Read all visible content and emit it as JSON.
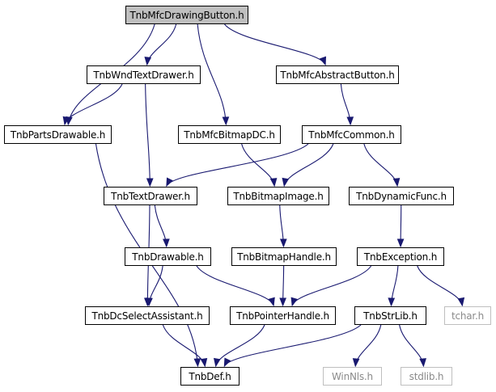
{
  "graph": {
    "edge_color": "#191970",
    "root_fill": "#bfbfbf",
    "external_border": "#bfbfbf",
    "nodes": {
      "drawingbutton": {
        "label": "TnbMfcDrawingButton.h",
        "role": "root"
      },
      "wndtextdrawer": {
        "label": "TnbWndTextDrawer.h",
        "role": "link"
      },
      "abstractbutton": {
        "label": "TnbMfcAbstractButton.h",
        "role": "link"
      },
      "partsdrawable": {
        "label": "TnbPartsDrawable.h",
        "role": "link"
      },
      "bitmapdc": {
        "label": "TnbMfcBitmapDC.h",
        "role": "link"
      },
      "mfccommon": {
        "label": "TnbMfcCommon.h",
        "role": "link"
      },
      "textdrawer": {
        "label": "TnbTextDrawer.h",
        "role": "link"
      },
      "bitmapimage": {
        "label": "TnbBitmapImage.h",
        "role": "link"
      },
      "dynamicfunc": {
        "label": "TnbDynamicFunc.h",
        "role": "link"
      },
      "drawable": {
        "label": "TnbDrawable.h",
        "role": "link"
      },
      "bitmaphandle": {
        "label": "TnbBitmapHandle.h",
        "role": "link"
      },
      "exception": {
        "label": "TnbException.h",
        "role": "link"
      },
      "dcselect": {
        "label": "TnbDcSelectAssistant.h",
        "role": "link"
      },
      "pointerhandle": {
        "label": "TnbPointerHandle.h",
        "role": "link"
      },
      "strlib": {
        "label": "TnbStrLib.h",
        "role": "link"
      },
      "tchar": {
        "label": "tchar.h",
        "role": "external"
      },
      "def": {
        "label": "TnbDef.h",
        "role": "link"
      },
      "winnls": {
        "label": "WinNls.h",
        "role": "external"
      },
      "stdlib": {
        "label": "stdlib.h",
        "role": "external"
      }
    },
    "edges": [
      [
        "drawingbutton",
        "partsdrawable"
      ],
      [
        "drawingbutton",
        "wndtextdrawer"
      ],
      [
        "drawingbutton",
        "bitmapdc"
      ],
      [
        "drawingbutton",
        "abstractbutton"
      ],
      [
        "wndtextdrawer",
        "partsdrawable"
      ],
      [
        "wndtextdrawer",
        "textdrawer"
      ],
      [
        "abstractbutton",
        "mfccommon"
      ],
      [
        "mfccommon",
        "textdrawer"
      ],
      [
        "mfccommon",
        "bitmapimage"
      ],
      [
        "mfccommon",
        "dynamicfunc"
      ],
      [
        "bitmapdc",
        "bitmapimage"
      ],
      [
        "partsdrawable",
        "def"
      ],
      [
        "textdrawer",
        "drawable"
      ],
      [
        "textdrawer",
        "dcselect"
      ],
      [
        "bitmapimage",
        "bitmaphandle"
      ],
      [
        "dynamicfunc",
        "exception"
      ],
      [
        "drawable",
        "dcselect"
      ],
      [
        "drawable",
        "pointerhandle"
      ],
      [
        "bitmaphandle",
        "pointerhandle"
      ],
      [
        "exception",
        "pointerhandle"
      ],
      [
        "exception",
        "strlib"
      ],
      [
        "exception",
        "tchar"
      ],
      [
        "dcselect",
        "def"
      ],
      [
        "pointerhandle",
        "def"
      ],
      [
        "strlib",
        "def"
      ],
      [
        "strlib",
        "winnls"
      ],
      [
        "strlib",
        "stdlib"
      ]
    ]
  }
}
